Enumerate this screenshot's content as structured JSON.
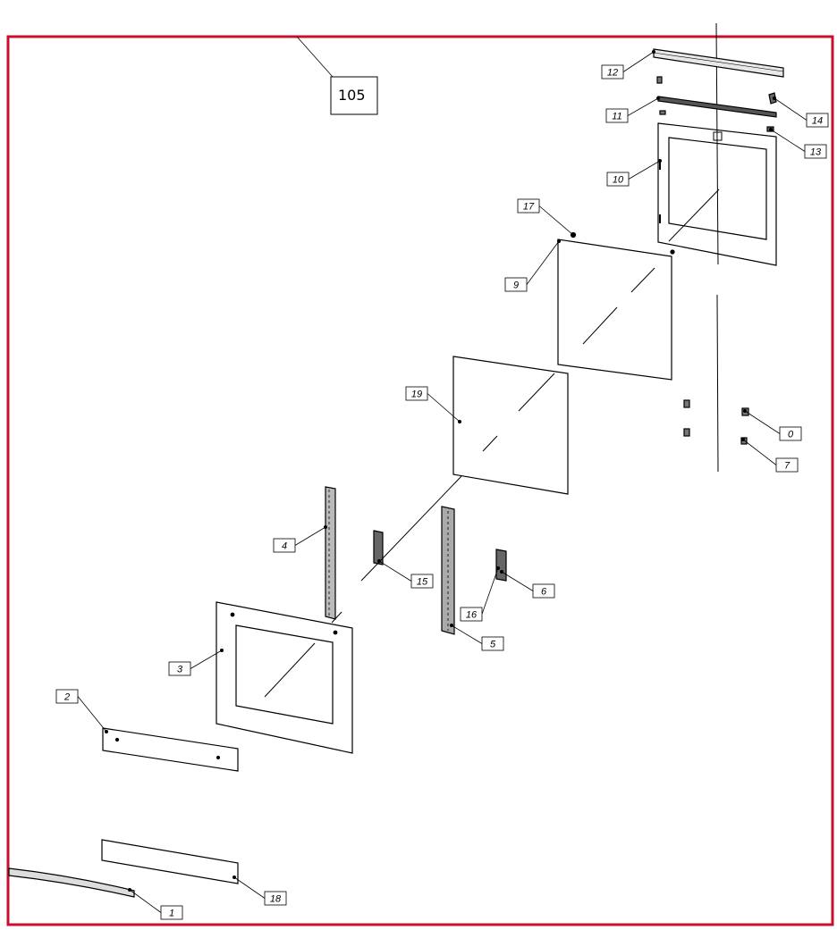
{
  "diagram": {
    "group_code": "105",
    "frame_color": "#c8102e",
    "callouts": [
      "0",
      "1",
      "2",
      "3",
      "4",
      "5",
      "6",
      "7",
      "9",
      "10",
      "11",
      "12",
      "13",
      "14",
      "15",
      "16",
      "17",
      "18",
      "19"
    ]
  }
}
